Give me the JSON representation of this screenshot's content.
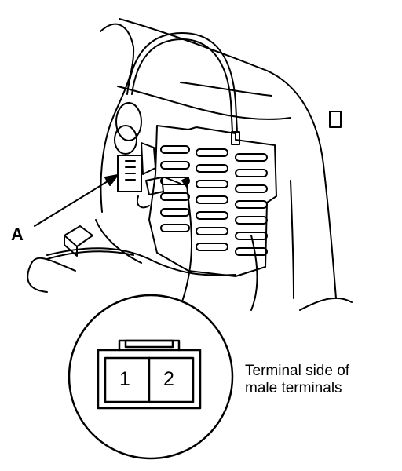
{
  "diagram": {
    "callout_label": "A",
    "connector_pins": [
      "1",
      "2"
    ],
    "caption": {
      "line1": "Terminal side of",
      "line2": "male terminals"
    }
  }
}
